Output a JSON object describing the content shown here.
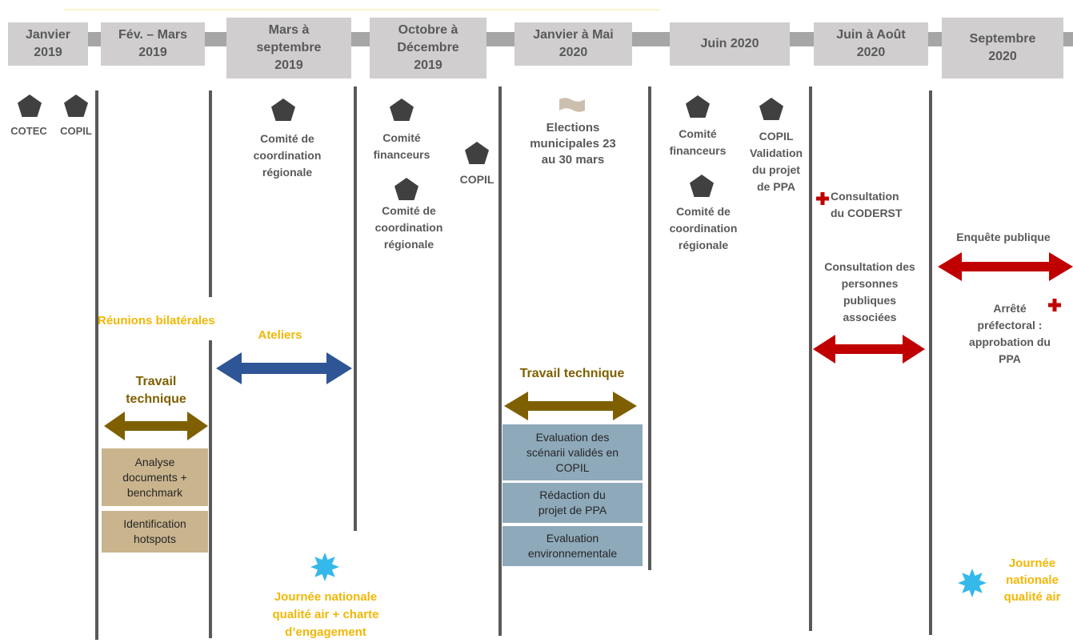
{
  "colors": {
    "pentagon": "#404040",
    "flag": "#cdbfae",
    "cross": "#c00000",
    "star": "#35b8ea",
    "red_arrow": "#c00000",
    "blue_arrow": "#2e5596",
    "brown_arrow": "#7f6000",
    "gold_text": "#f2b705"
  },
  "periods": [
    {
      "label": "Janvier\n2019"
    },
    {
      "label": "Fév. – Mars\n2019"
    },
    {
      "label": "Mars à\nseptembre\n2019"
    },
    {
      "label": "Octobre à\nDécembre\n2019"
    },
    {
      "label": "Janvier à Mai\n2020"
    },
    {
      "label": "Juin 2020"
    },
    {
      "label": "Juin à Août\n2020"
    },
    {
      "label": "Septembre\n2020"
    }
  ],
  "events": {
    "cotec": "COTEC",
    "copil_jan": "COPIL",
    "comite_coord_1": "Comité de\ncoordination\nrégionale",
    "comite_financeurs_1": "Comité\nfinanceurs",
    "comite_coord_2": "Comité de\ncoordination\nrégionale",
    "copil_dec": "COPIL",
    "elections": "Elections\nmunicipales 23\nau 30 mars",
    "comite_financeurs_2": "Comité\nfinanceurs",
    "copil_validation": "COPIL\nValidation\ndu projet\nde PPA",
    "comite_coord_3": "Comité de\ncoordination\nrégionale",
    "consultation_coderst": "Consultation\ndu CODERST",
    "enquete_publique": "Enquête publique",
    "consultation_ppa": "Consultation des\npersonnes\npubliques\nassociées",
    "arrete": "Arrêté\npréfectoral :\napprobation du\nPPA"
  },
  "activities": {
    "reunions": "Réunions bilatérales",
    "ateliers": "Ateliers",
    "travail_technique_1": "Travail\ntechnique",
    "travail_technique_2": "Travail technique",
    "journee_1": "Journée nationale\nqualité air + charte\nd’engagement",
    "journee_2": "Journée\nnationale\nqualité air"
  },
  "boxes": {
    "analyse": "Analyse\ndocuments +\nbenchmark",
    "identification": "Identification\nhotspots",
    "evaluation_scenarii": "Evaluation des\nscénarii validés en\nCOPIL",
    "redaction": "Rédaction du\nprojet de PPA",
    "evaluation_env": "Evaluation\nenvironnementale"
  }
}
